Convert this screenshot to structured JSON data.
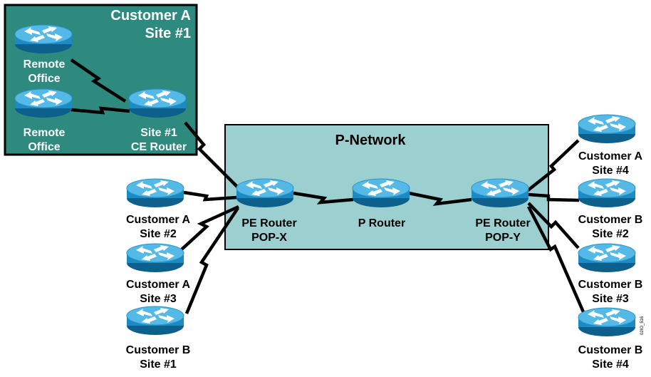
{
  "colors": {
    "customer_box_fill": "#2e8a7f",
    "p_network_fill": "#9ccfd0",
    "router_top": "#54b9e6",
    "router_side": "#1a8bc4",
    "router_arrows": "#ffffff",
    "link": "#000000"
  },
  "customer_a_site1": {
    "title_line1": "Customer A",
    "title_line2": "Site #1"
  },
  "p_network": {
    "title": "P-Network"
  },
  "routers": {
    "remote_office_1": {
      "icon": "router-icon",
      "line1": "Remote",
      "line2": "Office"
    },
    "remote_office_2": {
      "icon": "router-icon",
      "line1": "Remote",
      "line2": "Office"
    },
    "ce_router": {
      "icon": "router-icon",
      "line1": "Site #1",
      "line2": "CE Router"
    },
    "pe_pop_x": {
      "icon": "router-icon",
      "line1": "PE Router",
      "line2": "POP-X"
    },
    "p_router": {
      "icon": "router-icon",
      "line1": "P Router",
      "line2": ""
    },
    "pe_pop_y": {
      "icon": "router-icon",
      "line1": "PE Router",
      "line2": "POP-Y"
    },
    "cust_a_site2": {
      "icon": "router-icon",
      "line1": "Customer A",
      "line2": "Site #2"
    },
    "cust_a_site3": {
      "icon": "router-icon",
      "line1": "Customer A",
      "line2": "Site #3"
    },
    "cust_b_site1": {
      "icon": "router-icon",
      "line1": "Customer B",
      "line2": "Site #1"
    },
    "cust_a_site4": {
      "icon": "router-icon",
      "line1": "Customer A",
      "line2": "Site #4"
    },
    "cust_b_site2": {
      "icon": "router-icon",
      "line1": "Customer B",
      "line2": "Site #2"
    },
    "cust_b_site3": {
      "icon": "router-icon",
      "line1": "Customer B",
      "line2": "Site #3"
    },
    "cust_b_site4": {
      "icon": "router-icon",
      "line1": "Customer B",
      "line2": "Site #4"
    }
  },
  "figure_code": "02IO_516"
}
